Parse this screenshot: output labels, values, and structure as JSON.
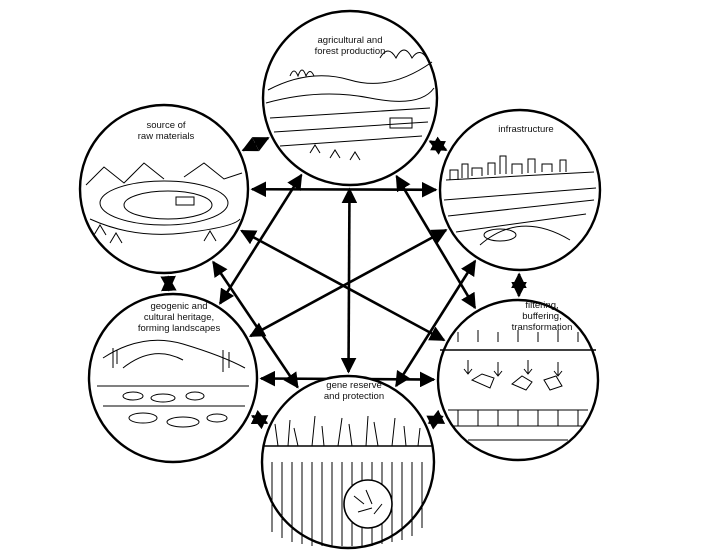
{
  "nodes": [
    {
      "id": "agri",
      "label_lines": [
        "agricultural and",
        "forest production"
      ],
      "icon": "farmland-illustration"
    },
    {
      "id": "infra",
      "label_lines": [
        "infrastructure"
      ],
      "icon": "city-illustration"
    },
    {
      "id": "filter",
      "label_lines": [
        "filtering,",
        "buffering,",
        "transformation"
      ],
      "icon": "soil-profile-illustration"
    },
    {
      "id": "gene",
      "label_lines": [
        "gene reserve",
        "and protection"
      ],
      "icon": "grassland-soil-illustration"
    },
    {
      "id": "geo",
      "label_lines": [
        "geogenic and",
        "cultural heritage,",
        "forming landscapes"
      ],
      "icon": "excavation-illustration"
    },
    {
      "id": "raw",
      "label_lines": [
        "source of",
        "raw materials"
      ],
      "icon": "quarry-illustration"
    }
  ],
  "connections": [
    [
      "agri",
      "infra"
    ],
    [
      "infra",
      "filter"
    ],
    [
      "filter",
      "gene"
    ],
    [
      "gene",
      "geo"
    ],
    [
      "geo",
      "raw"
    ],
    [
      "raw",
      "agri"
    ],
    [
      "agri",
      "gene"
    ],
    [
      "agri",
      "filter"
    ],
    [
      "agri",
      "geo"
    ],
    [
      "infra",
      "raw"
    ],
    [
      "infra",
      "geo"
    ],
    [
      "infra",
      "gene"
    ],
    [
      "raw",
      "filter"
    ],
    [
      "raw",
      "gene"
    ],
    [
      "geo",
      "filter"
    ]
  ],
  "colors": {
    "ink": "#000000",
    "background": "#ffffff"
  }
}
